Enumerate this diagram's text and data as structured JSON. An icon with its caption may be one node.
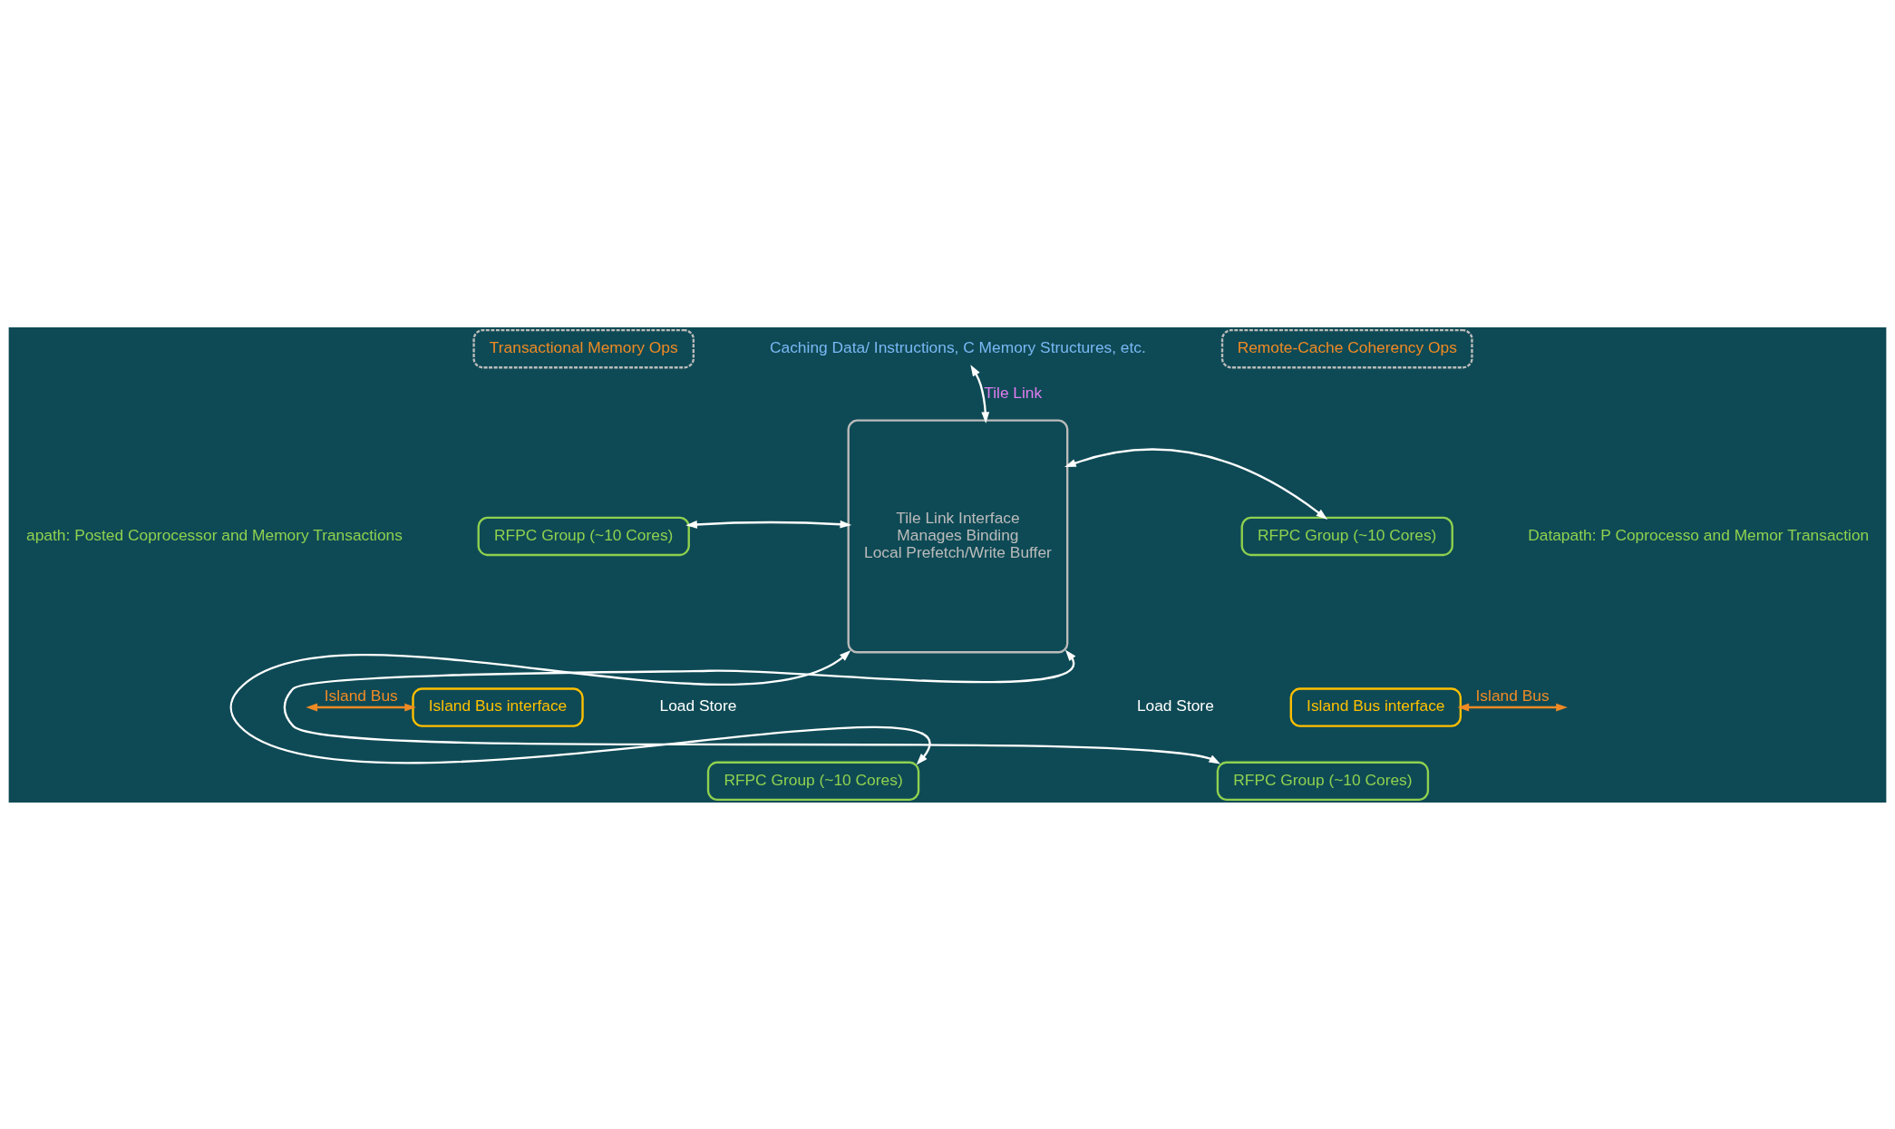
{
  "diagram": {
    "nodes": [
      {
        "text": [
          "Transactional Memory Ops"
        ]
      },
      {
        "text": [
          "Caching Data/ Instructions, C Memory Structures, etc."
        ]
      },
      {
        "text": [
          "Remote-Cache Coherency Ops"
        ]
      },
      {
        "text": [
          "RFPC Group (~10 Cores)"
        ]
      },
      {
        "text": [
          "Tile Link Interface",
          "Manages Binding",
          "Local Prefetch/Write Buffer"
        ]
      },
      {
        "text": [
          "RFPC Group (~10 Cores)"
        ]
      },
      {
        "text": [
          "Island Bus interface"
        ]
      },
      {
        "text": [
          "Island Bus interface"
        ]
      },
      {
        "text": [
          "RFPC Group (~10 Cores)"
        ]
      },
      {
        "text": [
          "RFPC Group (~10 Cores)"
        ]
      }
    ],
    "edges": [
      {
        "from": 4,
        "to": 1,
        "arrow": "both",
        "label": "Tile Link"
      },
      {
        "from": 3,
        "to": 4,
        "arrow": "both"
      },
      {
        "from": 5,
        "to": 4,
        "arrow": "both"
      },
      {
        "from": 8,
        "to": 4,
        "arrow": "both"
      },
      {
        "from": 9,
        "to": 4,
        "arrow": "both"
      },
      {
        "from": null,
        "to": 6,
        "arrow": "both",
        "label": "Island Bus",
        "color": "#f08a24"
      },
      {
        "from": 7,
        "to": null,
        "arrow": "both",
        "label": "Island Bus",
        "color": "#f08a24"
      }
    ],
    "labels": [
      "apath: Posted Coprocessor and Memory Transactions",
      "Datapath: P Coprocesso and Memor Transaction",
      "Load Store",
      "Load Store"
    ]
  }
}
